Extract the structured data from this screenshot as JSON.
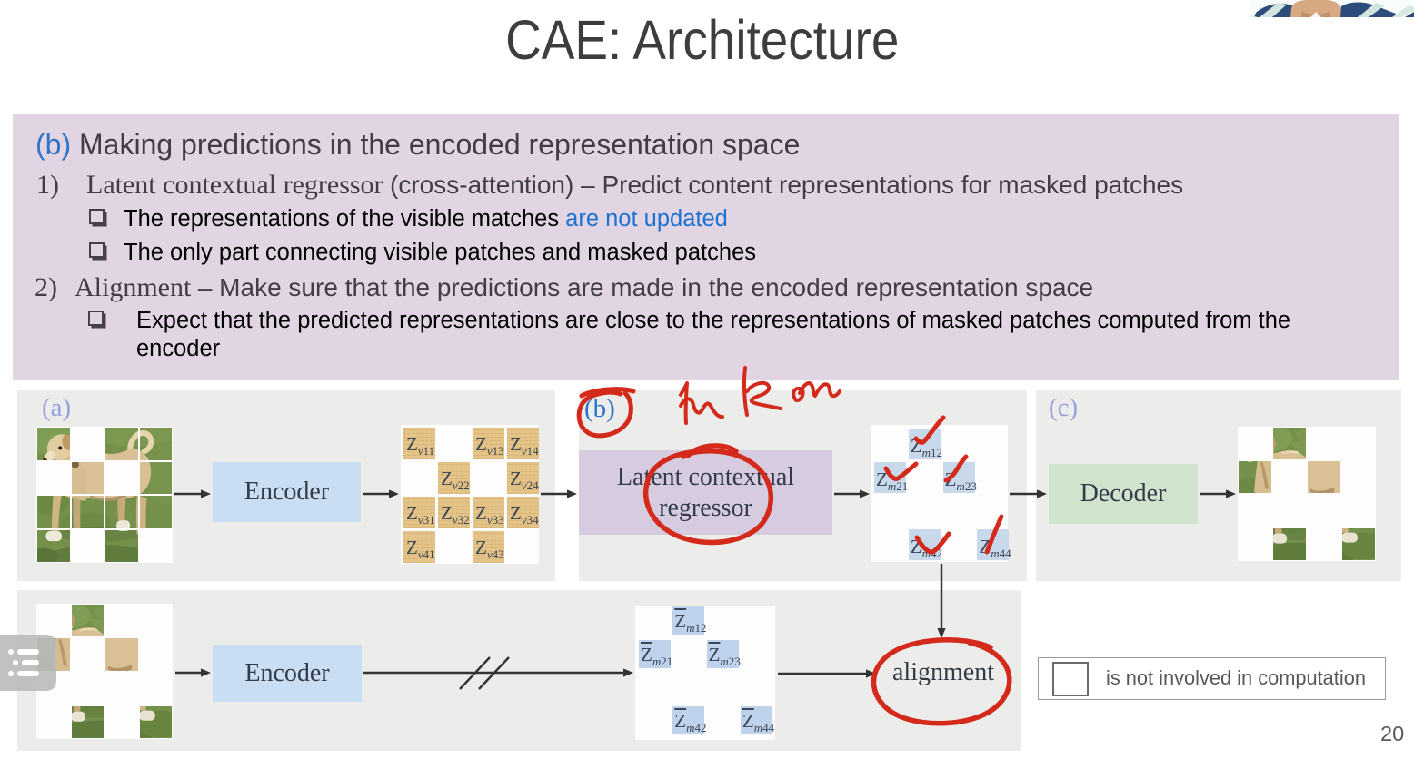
{
  "title": "CAE: Architecture",
  "page_number": "20",
  "webcam": {
    "description": "presenter webcam"
  },
  "player_overlay": {
    "icon": "chapter-list-icon"
  },
  "content_box": {
    "heading_tag": "(b)",
    "heading_text": "Making predictions in the encoded representation space",
    "items": [
      {
        "number": "1)",
        "lead_serif": "Latent contextual regressor ",
        "lead_rest": "(cross-attention) – Predict content representations for masked patches",
        "bullets": [
          {
            "segments": [
              {
                "text": "The representations of the visible matches "
              },
              {
                "text": "are not updated",
                "highlight": true
              }
            ],
            "indent": 1
          },
          {
            "segments": [
              {
                "text": "The only part connecting visible patches and masked patches"
              }
            ],
            "indent": 1
          }
        ]
      },
      {
        "number": "2)",
        "lead_serif": "Alignment ",
        "lead_rest": "– Make sure that the predictions are made in the encoded representation space",
        "bullets": [
          {
            "segments": [
              {
                "text": "Expect that the predicted representations are close to the representations of masked patches computed from the encoder"
              }
            ],
            "indent": 2
          }
        ]
      }
    ]
  },
  "diagram": {
    "panel_a_label": "(a)",
    "panel_b_label": "(b)",
    "panel_c_label": "(c)",
    "encoder_top_label": "Encoder",
    "encoder_bottom_label": "Encoder",
    "regressor_line1": "Latent contextual",
    "regressor_line2": "regressor",
    "decoder_label": "Decoder",
    "alignment_label": "alignment",
    "legend_text": "is not involved in computation",
    "grid": {
      "rows": 4,
      "cols": 4,
      "masked_cells": [
        [
          0,
          1
        ],
        [
          1,
          0
        ],
        [
          1,
          2
        ],
        [
          3,
          1
        ],
        [
          3,
          3
        ]
      ]
    },
    "visible_tokens": [
      {
        "row": 0,
        "col": 0,
        "base": "Z",
        "sub_it": "v",
        "sub": "11"
      },
      {
        "row": 0,
        "col": 2,
        "base": "Z",
        "sub_it": "v",
        "sub": "13"
      },
      {
        "row": 0,
        "col": 3,
        "base": "Z",
        "sub_it": "v",
        "sub": "14"
      },
      {
        "row": 1,
        "col": 1,
        "base": "Z",
        "sub_it": "v",
        "sub": "22"
      },
      {
        "row": 1,
        "col": 3,
        "base": "Z",
        "sub_it": "v",
        "sub": "24"
      },
      {
        "row": 2,
        "col": 0,
        "base": "Z",
        "sub_it": "v",
        "sub": "31"
      },
      {
        "row": 2,
        "col": 1,
        "base": "Z",
        "sub_it": "v",
        "sub": "32"
      },
      {
        "row": 2,
        "col": 2,
        "base": "Z",
        "sub_it": "v",
        "sub": "33"
      },
      {
        "row": 2,
        "col": 3,
        "base": "Z",
        "sub_it": "v",
        "sub": "34"
      },
      {
        "row": 3,
        "col": 0,
        "base": "Z",
        "sub_it": "v",
        "sub": "41"
      },
      {
        "row": 3,
        "col": 2,
        "base": "Z",
        "sub_it": "v",
        "sub": "43"
      }
    ],
    "predicted_tokens": [
      {
        "row": 0,
        "col": 1,
        "base": "Z",
        "sub_it": "m",
        "sub": "12",
        "checked": true
      },
      {
        "row": 1,
        "col": 0,
        "base": "Z",
        "sub_it": "m",
        "sub": "21",
        "checked": true
      },
      {
        "row": 1,
        "col": 2,
        "base": "Z",
        "sub_it": "m",
        "sub": "23",
        "checked": true
      },
      {
        "row": 3,
        "col": 1,
        "base": "Z",
        "sub_it": "m",
        "sub": "42",
        "checked": true
      },
      {
        "row": 3,
        "col": 3,
        "base": "Z",
        "sub_it": "m",
        "sub": "44",
        "checked": true
      }
    ],
    "target_tokens": [
      {
        "row": 0,
        "col": 1,
        "base": "Z",
        "sub_it": "m",
        "sub": "12",
        "bar": true
      },
      {
        "row": 1,
        "col": 0,
        "base": "Z",
        "sub_it": "m",
        "sub": "21",
        "bar": true
      },
      {
        "row": 1,
        "col": 2,
        "base": "Z",
        "sub_it": "m",
        "sub": "23",
        "bar": true
      },
      {
        "row": 3,
        "col": 1,
        "base": "Z",
        "sub_it": "m",
        "sub": "42",
        "bar": true
      },
      {
        "row": 3,
        "col": 3,
        "base": "Z",
        "sub_it": "m",
        "sub": "44",
        "bar": true
      }
    ],
    "annotations": {
      "handwriting": "m km",
      "circled_items": [
        "(b)",
        "regressor",
        "alignment"
      ],
      "checkmarks_on": [
        "Zm12",
        "Zm21",
        "Zm23",
        "Zm42",
        "Zm44"
      ]
    },
    "colors": {
      "panel_gray": "#ececea",
      "encoder_blue": "#c9def2",
      "regressor_purple": "#d7cbe0",
      "decoder_green": "#cfe3cd",
      "visible_token_tan": "#e5c489",
      "predicted_token_blue": "#c8d9ec",
      "target_token_blue": "#bed2ec",
      "ink_red": "#d42a1c",
      "content_box_purple": "#e3d8e5"
    }
  }
}
